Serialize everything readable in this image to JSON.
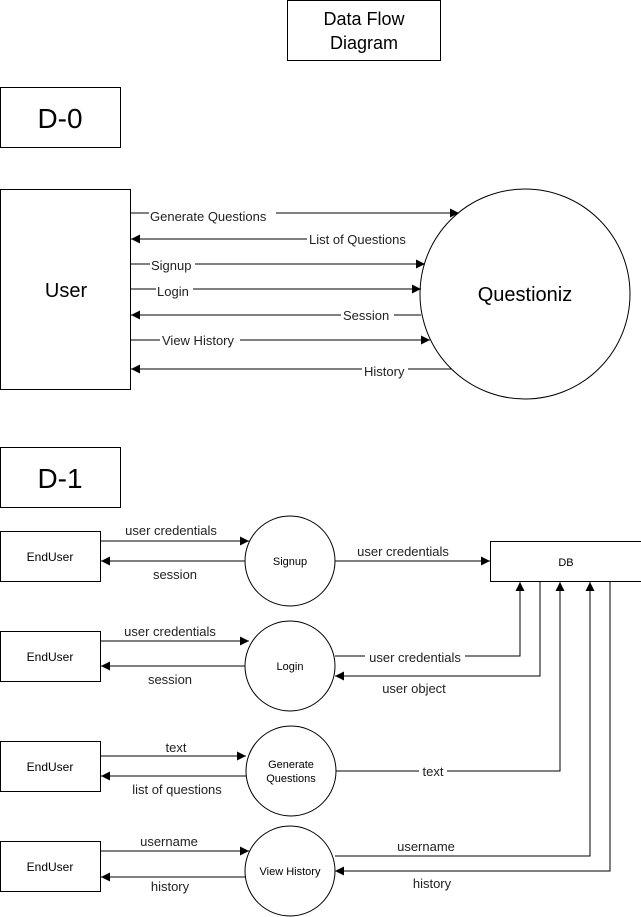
{
  "title": {
    "line1": "Data Flow",
    "line2": "Diagram"
  },
  "d0": {
    "label": "D-0",
    "user": "User",
    "system": "Questioniz",
    "flows": {
      "generate_questions": "Generate Questions",
      "list_of_questions": "List of Questions",
      "signup": "Signup",
      "login": "Login",
      "session": "Session",
      "view_history": "View History",
      "history": "History"
    }
  },
  "d1": {
    "label": "D-1",
    "db": "DB",
    "enduser": "EndUser",
    "processes": {
      "signup": "Signup",
      "login": "Login",
      "generate_line1": "Generate",
      "generate_line2": "Questions",
      "view_history": "View History"
    },
    "flows": {
      "signup_in": "user credentials",
      "signup_out": "session",
      "signup_db": "user credentials",
      "login_in": "user credentials",
      "login_out": "session",
      "login_db_in": "user credentials",
      "login_db_out": "user object",
      "gen_in": "text",
      "gen_out": "list of questions",
      "gen_db": "text",
      "hist_in": "username",
      "hist_out": "history",
      "hist_db_in": "username",
      "hist_db_out": "history"
    }
  }
}
